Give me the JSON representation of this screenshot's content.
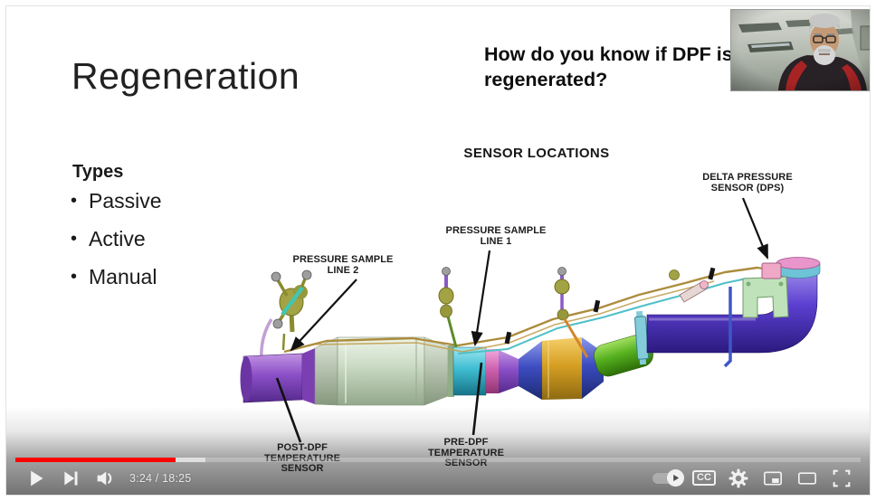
{
  "slide": {
    "title": "Regeneration",
    "question": "How do you know if DPF is regenerated?",
    "types": {
      "heading": "Types",
      "bullet_char": "•",
      "items": [
        "Passive",
        "Active",
        "Manual"
      ]
    },
    "diagram": {
      "title": "SENSOR LOCATIONS",
      "labels": {
        "pressure_sample_line_2": "PRESSURE SAMPLE\nLINE 2",
        "pressure_sample_line_1": "PRESSURE SAMPLE\nLINE 1",
        "delta_pressure_sensor": "DELTA PRESSURE\nSENSOR (DPS)",
        "post_dpf_temp_sensor": "POST-DPF\nTEMPERATURE\nSENSOR",
        "pre_dpf_temp_sensor": "PRE-DPF\nTEMPERATURE\nSENSOR"
      }
    }
  },
  "player": {
    "time_display": "3:24 / 18:25",
    "captions_label": "CC",
    "progress": {
      "played_percent": 19,
      "buffered_percent": 22.5,
      "bar_color": "#ff0000"
    },
    "icons": {
      "play": "play-icon",
      "next": "next-icon",
      "volume": "volume-icon",
      "autoplay": "autoplay-toggle",
      "captions": "cc-icon",
      "settings": "gear-icon",
      "miniplayer": "miniplayer-icon",
      "theater": "theater-icon",
      "fullscreen": "fullscreen-icon"
    }
  }
}
